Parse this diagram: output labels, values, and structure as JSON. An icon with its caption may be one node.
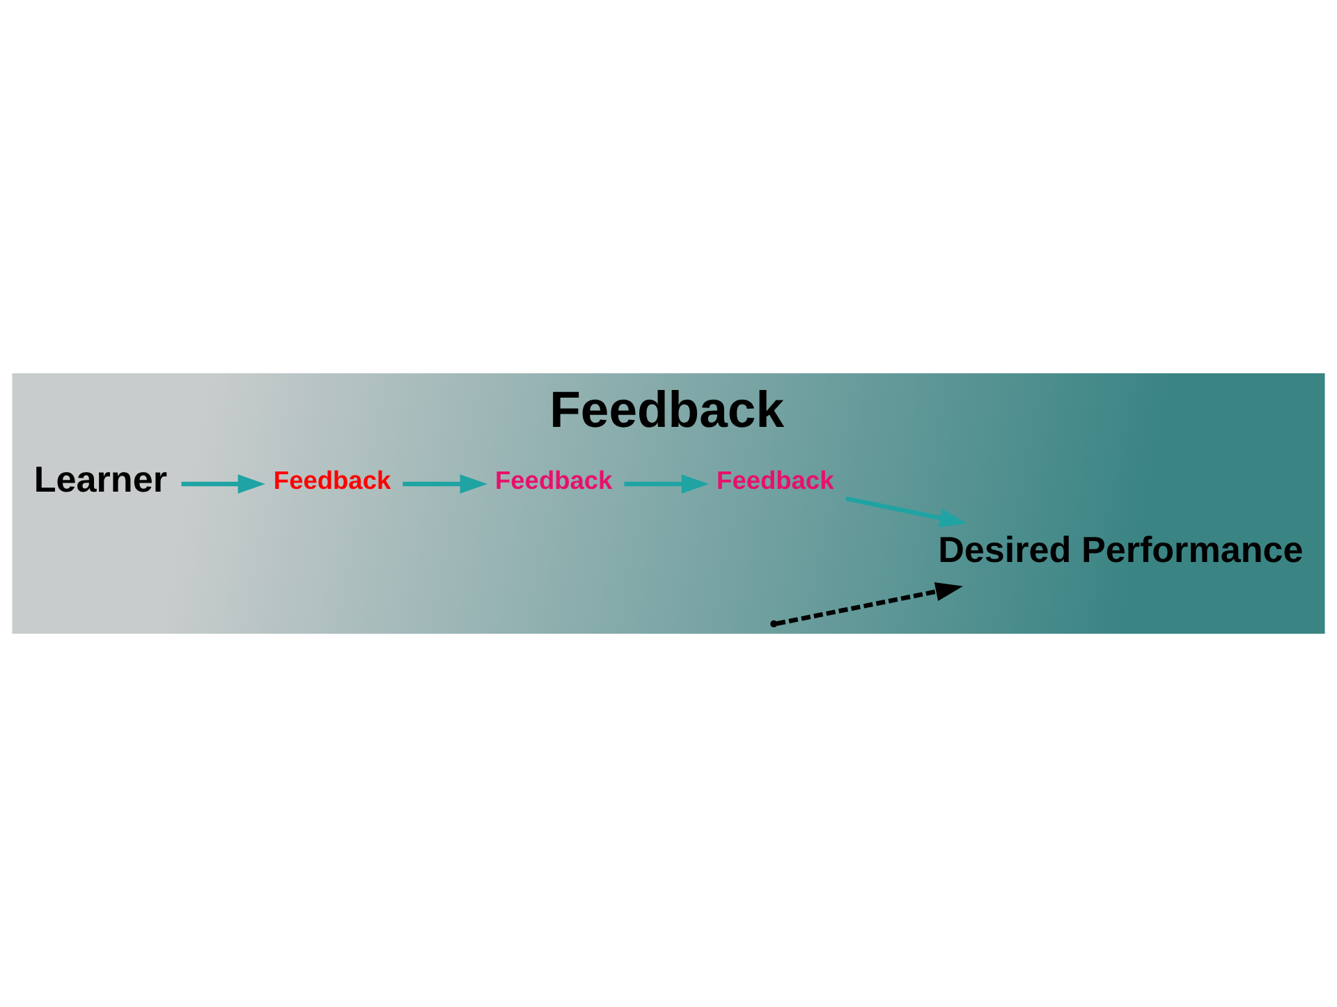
{
  "diagram": {
    "title": "Feedback",
    "nodes": [
      {
        "text": [
          "Learner"
        ]
      },
      {
        "text": [
          "Feedback"
        ]
      },
      {
        "text": [
          "Feedback"
        ]
      },
      {
        "text": [
          "Feedback"
        ]
      },
      {
        "text": [
          "Desired Performance"
        ]
      }
    ],
    "edges": [
      {
        "from": 0,
        "to": 1,
        "arrow": "to"
      },
      {
        "from": 1,
        "to": 3,
        "arrow": "to"
      },
      {
        "from": 3,
        "to": 2,
        "arrow": "to"
      },
      {
        "from": 2,
        "to": 4,
        "arrow": "to"
      },
      {
        "from": null,
        "to": 4,
        "arrow": "to",
        "style": "dashed",
        "color": "#000000"
      }
    ]
  }
}
